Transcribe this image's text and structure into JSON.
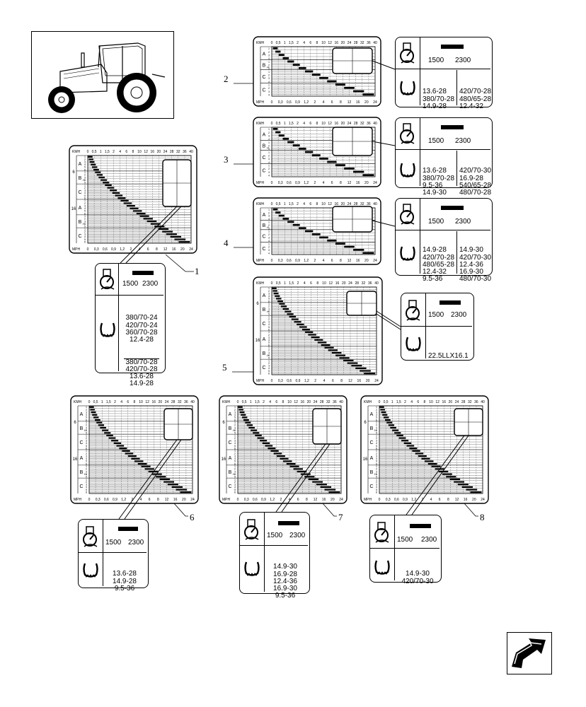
{
  "speed_axis_kmh": {
    "unit": "KMH",
    "ticks": [
      "0",
      "0,5",
      "1",
      "1,5",
      "2",
      "4",
      "6",
      "8",
      "10",
      "12",
      "16",
      "20",
      "24",
      "28",
      "32",
      "36",
      "40"
    ]
  },
  "speed_axis_mph": {
    "unit": "MPH",
    "ticks": [
      "0",
      "0,3",
      "0,6",
      "0,9",
      "1,2",
      "2",
      "4",
      "6",
      "8",
      "12",
      "16",
      "20",
      "24"
    ]
  },
  "group_labels": [
    "A",
    "B",
    "C"
  ],
  "group_sub": "H",
  "rpm_values": [
    "1500",
    "2300"
  ],
  "labels": [
    {
      "number": "1",
      "tires": [
        "380/70-24",
        "420/70-24",
        "360/70-28",
        "12.4-28",
        "380/70-28",
        "420/70-28",
        "13.6-28",
        "14.9-28"
      ]
    },
    {
      "number": "2",
      "tires_left": [
        "13.6-28",
        "380/70-28",
        "14.9-28"
      ],
      "tires_right": [
        "420/70-28",
        "480/65-28",
        "12.4-32"
      ]
    },
    {
      "number": "3",
      "tires_left": [
        "13.6-28",
        "380/70-28",
        "9.5-36",
        "14.9-30"
      ],
      "tires_right": [
        "420/70-30",
        "16.9-28",
        "540/65-28",
        "480/70-28"
      ]
    },
    {
      "number": "4",
      "tires_left": [
        "14.9-28",
        "420/70-28",
        "480/65-28",
        "12.4-32",
        "9.5-36"
      ],
      "tires_right": [
        "14.9-30",
        "420/70-30",
        "12.4-36",
        "16.9-30",
        "480/70-30"
      ]
    },
    {
      "number": "5",
      "tires": [
        "22.5LLX16.1"
      ]
    },
    {
      "number": "6",
      "tires": [
        "13.6-28",
        "14.9-28",
        "9.5-36"
      ]
    },
    {
      "number": "7",
      "tires": [
        "14.9-30",
        "16.9-28",
        "12.4-36",
        "16.9-30",
        "9.5-36"
      ]
    },
    {
      "number": "8",
      "tires": [
        "14.9-30",
        "420/70-30"
      ]
    }
  ],
  "icons": {
    "tractor": "tractor-illustration",
    "engine": "engine-rpm-icon",
    "tire": "tire-icon",
    "nav": "next-page-arrow-icon"
  }
}
